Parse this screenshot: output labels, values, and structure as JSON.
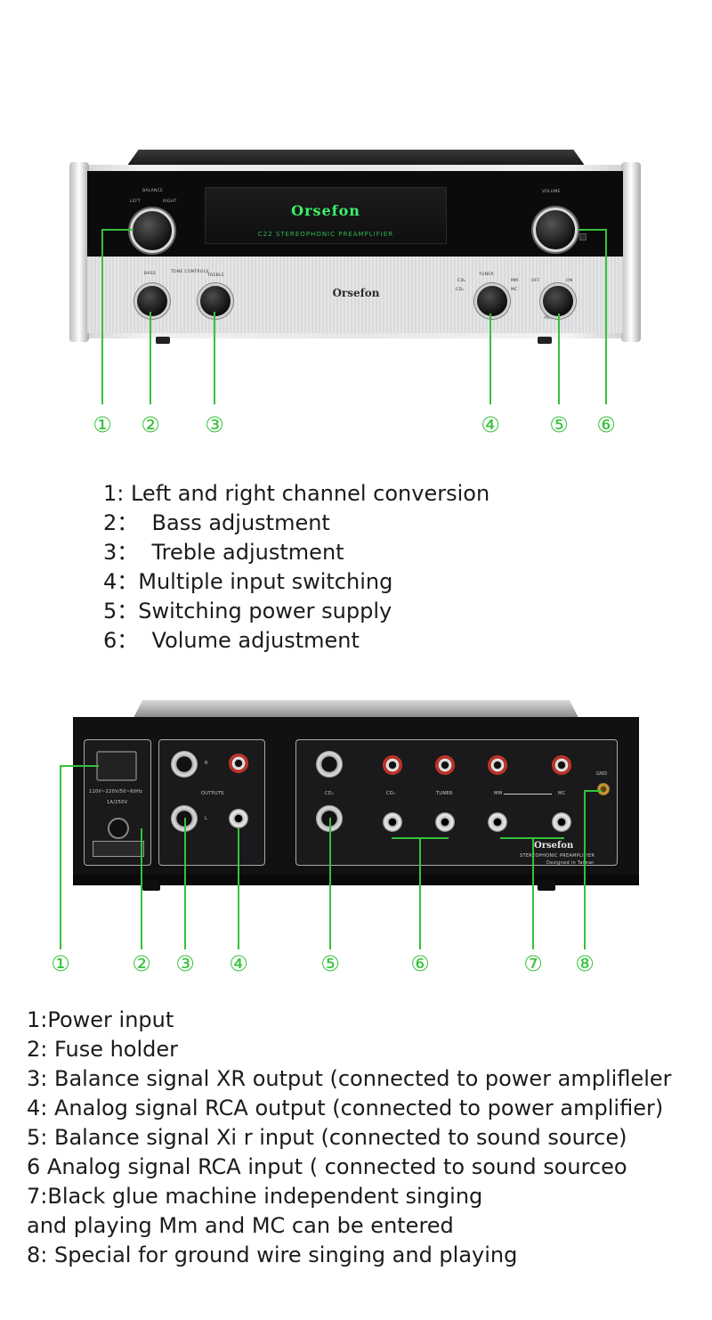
{
  "front": {
    "display_brand": "Orsefon",
    "display_subtitle": "C22 STEREOPHONIC PREAMPLIFIER",
    "panel_brand": "Orsefon",
    "balance_label": "BALANCE",
    "left_label": "LEFT",
    "right_label": "RIGHT",
    "volume_label": "VOLUME",
    "tone_label": "TONE CONTROLS",
    "bass_label": "BASS",
    "treble_label": "TREBLE",
    "tuner_label": "TUNER",
    "cd1_label": "CD₁",
    "cd2_label": "CD₂",
    "mm_label": "MM",
    "mc_label": "MC",
    "off_label": "OFF",
    "on_label": "ON",
    "power_label": "POWER"
  },
  "front_callouts": [
    "①",
    "②",
    "③",
    "④",
    "⑤",
    "⑥"
  ],
  "front_legend": [
    "1: Left and right channel conversion",
    "2：  Bass adjustment",
    "3：  Treble adjustment",
    "4：Multiple input switching",
    "5：Switching power supply",
    "6：  Volume adjustment"
  ],
  "rear": {
    "power_spec": "110V~220V/50~60Hz",
    "fuse_spec": "1A/250V",
    "outputs_label": "OUTPUTS",
    "cd1_label": "CD₁",
    "cd2_label": "CD₂",
    "tuner_label": "TUNER",
    "mm_label": "MM",
    "mc_label": "MC",
    "gnd_label": "GND",
    "brand": "Orsefon",
    "subtitle": "STEREOPHONIC PREAMPLIFIER",
    "designed": "Designed in Taiwan",
    "r_label": "R",
    "l_label": "L"
  },
  "rear_callouts": [
    "①",
    "②",
    "③",
    "④",
    "⑤",
    "⑥",
    "⑦",
    "⑧"
  ],
  "rear_legend": [
    "1:Power input",
    "2: Fuse holder",
    "3: Balance signal XR output (connected to power amplifleler",
    "4: Analog signal RCA output (connected to power amplifier)",
    "5: Balance signal Xi r input (connected to sound source)",
    "6 Analog signal RCA input ( connected to sound sourceo",
    "7:Black glue machine independent singing",
    "and playing Mm and MC can be entered",
    "8: Special for ground wire singing and playing"
  ],
  "colors": {
    "callout_green": "#35c23a",
    "display_green": "#3df06a",
    "legend_text": "#1b1b1b"
  }
}
